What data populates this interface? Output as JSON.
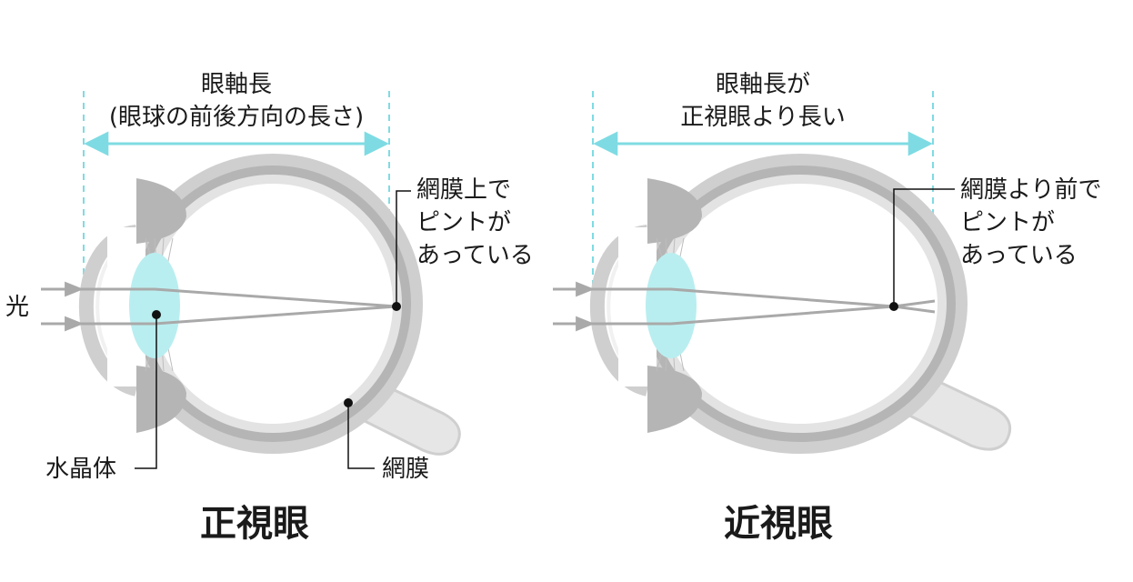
{
  "emmetropia": {
    "title": "正視眼",
    "axial_label_line1": "眼軸長",
    "axial_label_line2": "(眼球の前後方向の長さ)",
    "focus_label_line1": "網膜上で",
    "focus_label_line2": "ピントが",
    "focus_label_line3": "あっている",
    "light_label": "光",
    "lens_label": "水晶体",
    "retina_label": "網膜"
  },
  "myopia": {
    "title": "近視眼",
    "axial_label_line1": "眼軸長が",
    "axial_label_line2": "正視眼より長い",
    "focus_label_line1": "網膜より前で",
    "focus_label_line2": "ピントが",
    "focus_label_line3": "あっている"
  },
  "colors": {
    "sclera": "#cfcfcf",
    "choroid": "#b5b5b5",
    "retina": "#e3e3e3",
    "lens": "#b9eef0",
    "ray": "#a9a9a9",
    "dimension_line": "#7fdbe3"
  }
}
